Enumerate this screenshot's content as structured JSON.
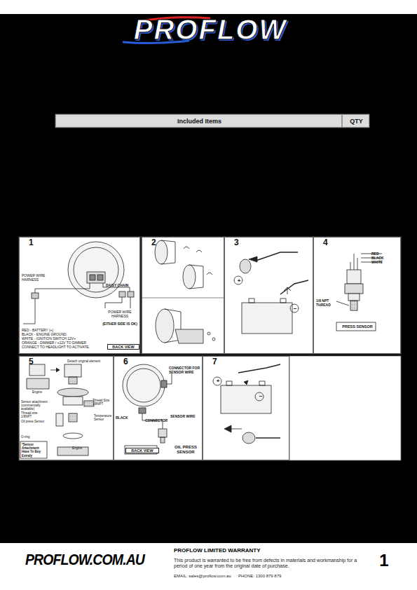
{
  "diagram": {
    "nodes": [
      {
        "text": [
          "Included Items"
        ]
      },
      {
        "text": [
          "QTY"
        ]
      },
      {
        "text": [
          "1",
          "POWER WIRE HARNESS",
          "DAISY CHAIN",
          "POWER WIRE HARNESS",
          "(EITHER SIDE IS OK)",
          "RED - BATTERY (+)",
          "BLACK - ENGINE GROUND.",
          "WHITE - IGNITION SWITCH 12V+",
          "ORANGE - DIMMER / +12V TO DIMMER CONNECT TO HEADLIGHT TO ACTIVATE.",
          "BACK VIEW"
        ]
      },
      {
        "text": [
          "2"
        ]
      },
      {
        "text": [
          "3",
          "+",
          "−"
        ]
      },
      {
        "text": [
          "4",
          "RED",
          "BLACK",
          "WHITE",
          "1/8 NPT THREAD",
          "PRESS SENSOR"
        ]
      },
      {
        "text": [
          "5",
          "Detach original element",
          "Engine",
          "Sensor attachment (commercially available)",
          "Thread size 1/8NPT",
          "Thread Size 1/8NPT",
          "Oil press Sensor",
          "Temperature Sensor",
          "O-ring",
          "*Sensor Attachment Have To Buy Extraly",
          "Engine"
        ]
      },
      {
        "text": [
          "6",
          "CONNECTOR FOR SENSOR WIRE",
          "SENSOR WIRE",
          "BLACK",
          "CONNECTOR",
          "BACK VIEW",
          "OIL PRESS SENSOR"
        ]
      },
      {
        "text": [
          "7",
          "+",
          "−"
        ]
      }
    ],
    "labels": [
      "PROFLOW",
      "PROFLOW.COM.AU",
      "PROFLOW LIMITED WARRANTY",
      "This product is warranted to be free from defects in materials and workmanship for a period of one year from the original date of purchase.",
      "EMAIL: sales@proflow.com.au",
      "PHONE: 1300 879 879",
      "1"
    ]
  }
}
